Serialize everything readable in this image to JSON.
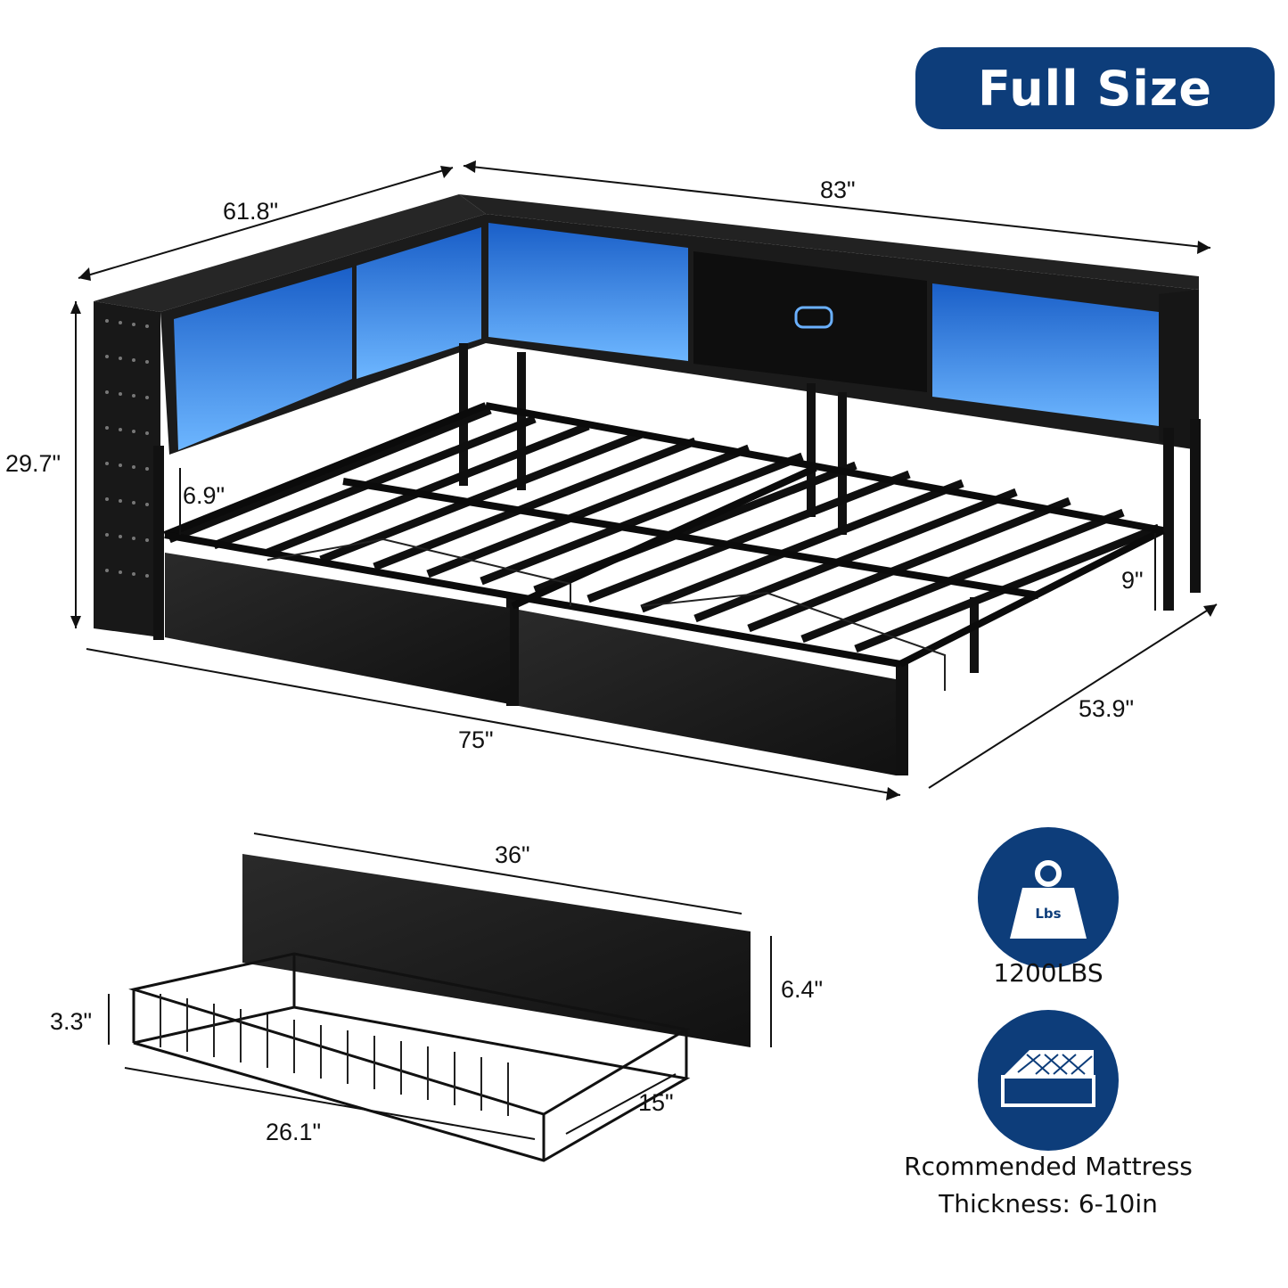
{
  "badge": {
    "label": "Full Size",
    "color": "#0d3d7a"
  },
  "bed_dimensions": {
    "side_length": "61.8\"",
    "headboard_length": "83\"",
    "height": "29.7\"",
    "under_bed_clearance": "6.9\"",
    "frame_height": "9\"",
    "front_length": "75\"",
    "width": "53.9\""
  },
  "drawer_dimensions": {
    "panel_length": "36\"",
    "panel_height": "6.4\"",
    "basket_height": "3.3\"",
    "basket_length": "26.1\"",
    "basket_depth": "15\""
  },
  "features": {
    "weight_capacity": "1200LBS",
    "weight_icon_label": "Lbs",
    "mattress_line1": "Rcommended Mattress",
    "mattress_line2": "Thickness: 6-10in"
  },
  "colors": {
    "brand_blue": "#0d3d7a",
    "led_blue": "#3a8ef0",
    "frame_black": "#151515"
  }
}
